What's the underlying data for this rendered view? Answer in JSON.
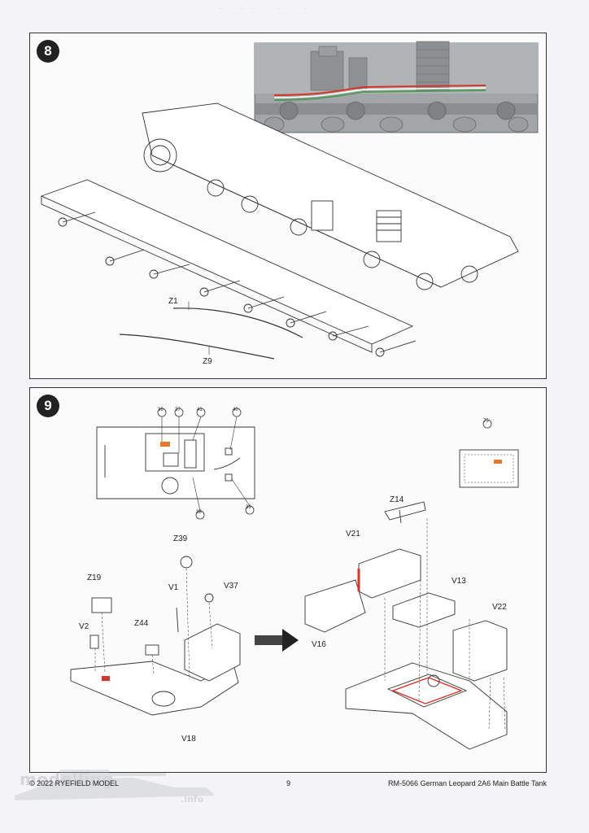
{
  "page_top_mark": "·· ·· ·· · ·· · ·",
  "steps": [
    {
      "number": "8",
      "labels": {
        "z1": "Z1",
        "z9": "Z9"
      }
    },
    {
      "number": "9",
      "labels": {
        "c36": "36",
        "c37": "37",
        "c41": "41",
        "c40": "40",
        "c38": "38",
        "c39": "39",
        "c75": "75",
        "z39": "Z39",
        "z19": "Z19",
        "v1": "V1",
        "v37": "V37",
        "v2": "V2",
        "z44": "Z44",
        "v18": "V18",
        "z14": "Z14",
        "v21": "V21",
        "v13": "V13",
        "v22": "V22",
        "v16": "V16"
      }
    }
  ],
  "footer": {
    "copyright": "© 2022 RYEFIELD MODEL",
    "page_number": "9",
    "product": "RM-5066 German Leopard 2A6 Main Battle Tank"
  },
  "watermark": {
    "text": "modelling",
    "sub": ".info"
  },
  "colors": {
    "ink": "#222222",
    "accent_orange": "#e8772e",
    "accent_red": "#d4362b",
    "accent_green": "#4f9a56",
    "photo_gray": "#9fa3a5"
  }
}
